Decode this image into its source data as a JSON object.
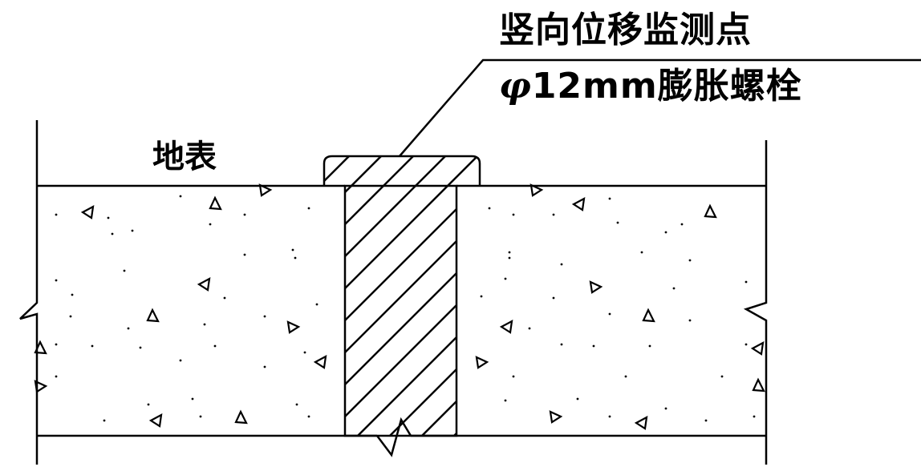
{
  "labels": {
    "monitoring_point": "竖向位移监测点",
    "bolt_symbol": "φ",
    "bolt_spec": "12mm膨胀螺栓",
    "ground_surface": "地表"
  },
  "colors": {
    "line": "#000000",
    "background": "#ffffff"
  }
}
